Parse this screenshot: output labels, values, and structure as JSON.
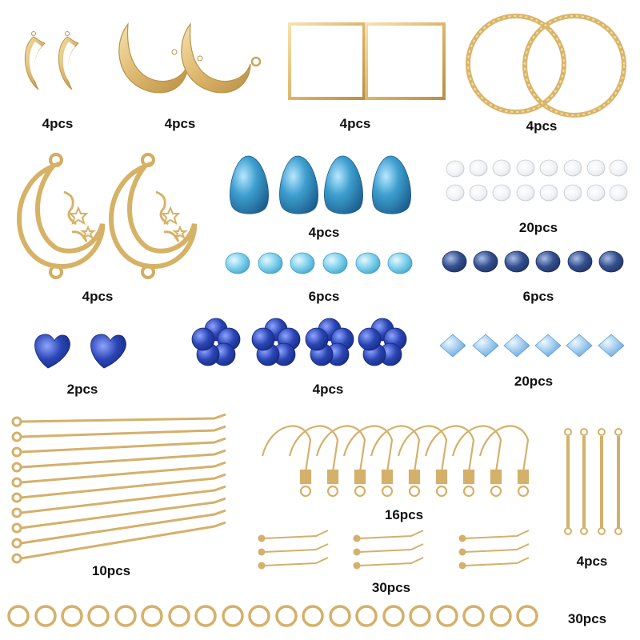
{
  "labels": {
    "moon_small": "4pcs",
    "moon_crescent": "4pcs",
    "square_frame": "4pcs",
    "textured_ring": "4pcs",
    "moon_filigree": "4pcs",
    "teardrop_beads": "4pcs",
    "clear_beads": "20pcs",
    "aqua_rondelles": "6pcs",
    "navy_rondelles": "6pcs",
    "heart_beads": "2pcs",
    "flower_beads": "4pcs",
    "bicone_beads": "20pcs",
    "eye_pins": "10pcs",
    "ear_hooks": "16pcs",
    "bar_links": "4pcs",
    "head_pins": "30pcs",
    "jump_rings": "30pcs"
  },
  "colors": {
    "gold": "#e2c07a",
    "gold_dark": "#b8944a",
    "teal": "#3d9fce",
    "aqua": "#7fd0ec",
    "navy": "#34508f",
    "cobalt": "#2a45b5",
    "light_blue": "#9fcbef",
    "clear": "#eef1f4"
  }
}
